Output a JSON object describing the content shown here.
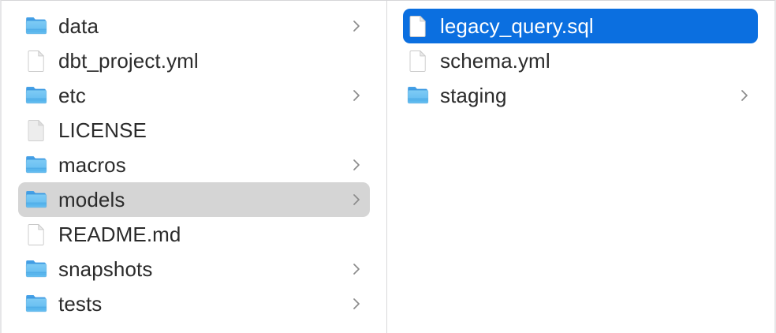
{
  "window": {
    "view_mode": "column-view",
    "background_color": "#ffffff",
    "divider_color": "#d9d9db",
    "selection_blue": "#0b6fe0",
    "selection_gray": "#d5d5d5",
    "text_color": "#2b2b2b"
  },
  "columns": [
    {
      "name": "parent-column",
      "items": [
        {
          "label": "data",
          "icon": "folder-icon",
          "kind": "folder",
          "has_chevron": true,
          "state": "normal"
        },
        {
          "label": "dbt_project.yml",
          "icon": "document-icon",
          "kind": "file",
          "has_chevron": false,
          "state": "normal"
        },
        {
          "label": "etc",
          "icon": "folder-icon",
          "kind": "folder",
          "has_chevron": true,
          "state": "normal"
        },
        {
          "label": "LICENSE",
          "icon": "document-plain-icon",
          "kind": "file",
          "has_chevron": false,
          "state": "normal"
        },
        {
          "label": "macros",
          "icon": "folder-icon",
          "kind": "folder",
          "has_chevron": true,
          "state": "normal"
        },
        {
          "label": "models",
          "icon": "folder-icon",
          "kind": "folder",
          "has_chevron": true,
          "state": "selected-inactive"
        },
        {
          "label": "README.md",
          "icon": "document-icon",
          "kind": "file",
          "has_chevron": false,
          "state": "normal"
        },
        {
          "label": "snapshots",
          "icon": "folder-icon",
          "kind": "folder",
          "has_chevron": true,
          "state": "normal"
        },
        {
          "label": "tests",
          "icon": "folder-icon",
          "kind": "folder",
          "has_chevron": true,
          "state": "normal"
        }
      ]
    },
    {
      "name": "child-column",
      "items": [
        {
          "label": "legacy_query.sql",
          "icon": "document-icon",
          "kind": "file",
          "has_chevron": false,
          "state": "selected-active"
        },
        {
          "label": "schema.yml",
          "icon": "document-icon",
          "kind": "file",
          "has_chevron": false,
          "state": "normal"
        },
        {
          "label": "staging",
          "icon": "folder-icon",
          "kind": "folder",
          "has_chevron": true,
          "state": "normal"
        }
      ]
    }
  ]
}
